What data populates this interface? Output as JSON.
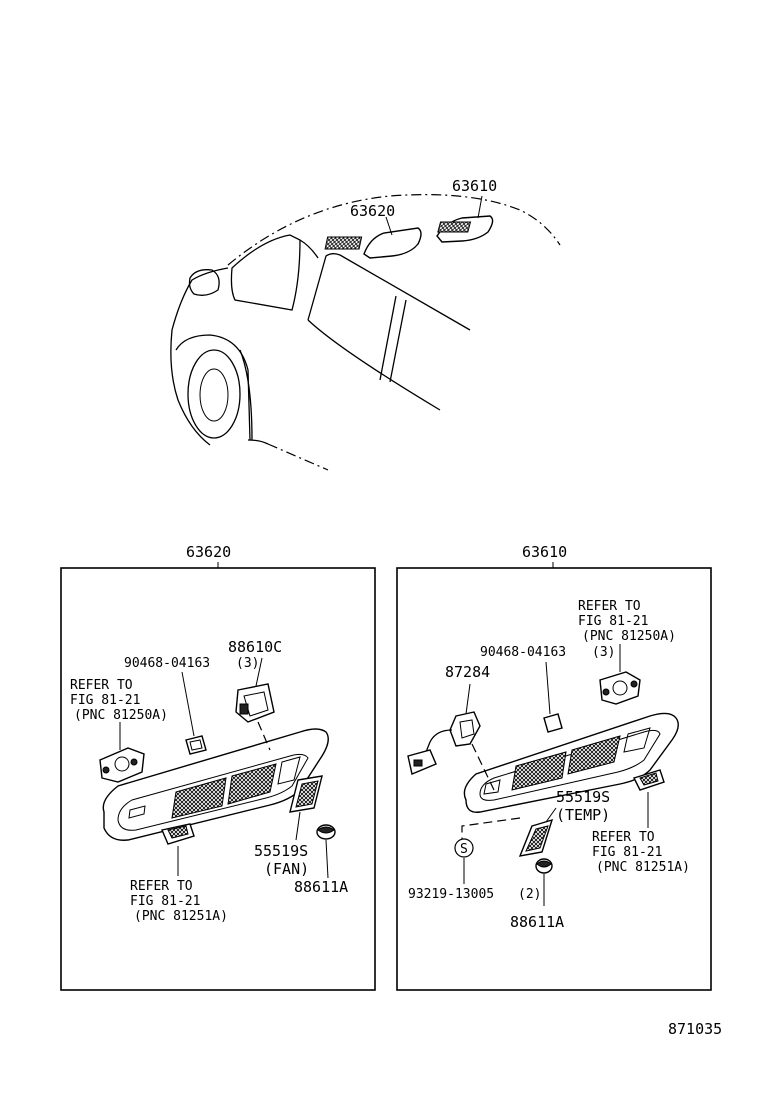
{
  "overview": {
    "label_63610": "63610",
    "label_63620": "63620"
  },
  "left_panel": {
    "title": "63620",
    "part_88610c": "88610C",
    "part_90468": "90468-04163",
    "part_90468_qty": "(3)",
    "refer_top": [
      "REFER TO",
      "FIG 81-21",
      "(PNC 81250A)"
    ],
    "part_55519s": "55519S",
    "part_55519s_note": "(FAN)",
    "part_88611a": "88611A",
    "refer_bottom": [
      "REFER TO",
      "FIG 81-21",
      "(PNC 81251A)"
    ]
  },
  "right_panel": {
    "title": "63610",
    "refer_top": [
      "REFER TO",
      "FIG 81-21",
      "(PNC 81250A)"
    ],
    "part_90468": "90468-04163",
    "part_90468_qty": "(3)",
    "part_87284": "87284",
    "part_55519s": "55519S",
    "part_55519s_note": "(TEMP)",
    "refer_right": [
      "REFER TO",
      "FIG 81-21",
      "(PNC 81251A)"
    ],
    "symbol_s": "S",
    "part_93219": "93219-13005",
    "part_93219_qty": "(2)",
    "part_88611a": "88611A"
  },
  "footer": {
    "diagram_number": "871035"
  }
}
